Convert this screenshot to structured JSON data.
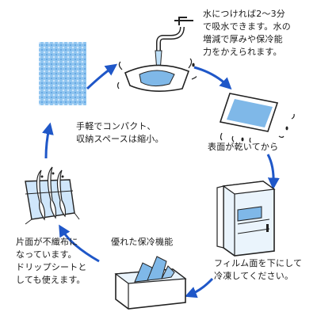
{
  "texts": {
    "soak": [
      "水につければ2～3分",
      "で吸水できます。水の",
      "増減で厚みや保冷能",
      "力をかえられます。"
    ],
    "dry": "表面が乾いてから",
    "freeze": [
      "フィルム面を下にして",
      "冷凍してください。"
    ],
    "cooling": "優れた保冷機能",
    "drip": [
      "片面が不織布に",
      "なっています。",
      "ドリップシートと",
      "しても使えます。"
    ],
    "compact": [
      "手軽でコンパクト、",
      "収納スペースは縮小。"
    ]
  },
  "icons": [
    "gel-sheet-icon",
    "faucet-sink-icon",
    "wet-sheet-icon",
    "freezer-icon",
    "cooler-box-icon",
    "fish-in-bag-icon"
  ],
  "colors": {
    "accent": "#1f57c8",
    "gel": "#7fb8e8",
    "gel_light": "#cfe6fb",
    "line": "#222222"
  }
}
